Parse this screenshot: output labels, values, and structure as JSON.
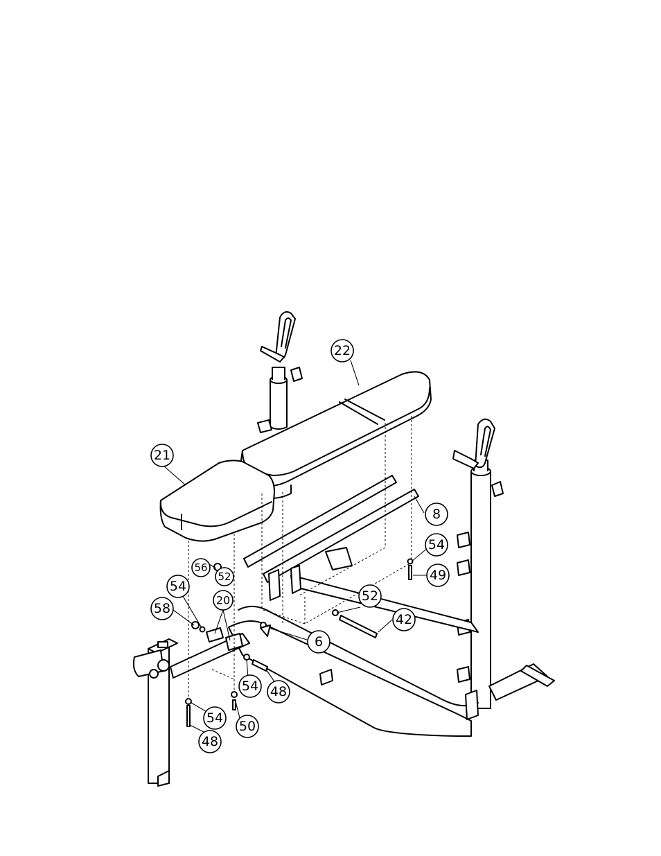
{
  "callouts": [
    {
      "id": "c22",
      "label": "22"
    },
    {
      "id": "c21",
      "label": "21"
    },
    {
      "id": "c8",
      "label": "8"
    },
    {
      "id": "c54a",
      "label": "54"
    },
    {
      "id": "c49",
      "label": "49"
    },
    {
      "id": "c56",
      "label": "56"
    },
    {
      "id": "c52a",
      "label": "52"
    },
    {
      "id": "c54b",
      "label": "54"
    },
    {
      "id": "c58",
      "label": "58"
    },
    {
      "id": "c20",
      "label": "20"
    },
    {
      "id": "c52b",
      "label": "52"
    },
    {
      "id": "c42",
      "label": "42"
    },
    {
      "id": "c6",
      "label": "6"
    },
    {
      "id": "c54c",
      "label": "54"
    },
    {
      "id": "c48a",
      "label": "48"
    },
    {
      "id": "c54d",
      "label": "54"
    },
    {
      "id": "c50",
      "label": "50"
    },
    {
      "id": "c48b",
      "label": "48"
    }
  ]
}
